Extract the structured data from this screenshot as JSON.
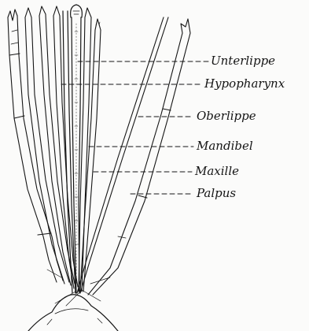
{
  "labels": {
    "unterlippe": "Unterlippe",
    "hypopharynx": "Hypopharynx",
    "oberlippe": "Oberlippe",
    "mandibel": "Mandibel",
    "maxille": "Maxille",
    "palpus": "Palpus"
  },
  "colors": {
    "ink": "#151515",
    "paper": "#fbfbfa"
  }
}
